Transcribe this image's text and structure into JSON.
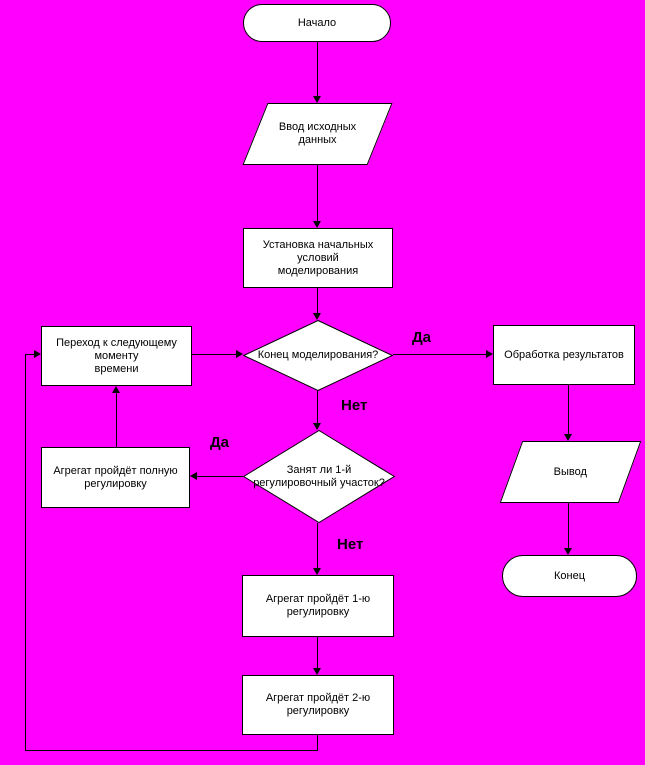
{
  "colors": {
    "background": "#ff00ff",
    "shape_fill": "#ffffff",
    "shape_border": "#000000",
    "text": "#000000"
  },
  "nodes": {
    "start": {
      "label": "Начало"
    },
    "input_data": {
      "label": "Ввод исходных\nданных"
    },
    "setup": {
      "label": "Установка начальных условий\nмоделирования"
    },
    "end_of_modeling": {
      "label": "Конец моделирования?"
    },
    "next_time_moment": {
      "label": "Переход к следующему моменту\nвремени"
    },
    "process_results": {
      "label": "Обработка результатов"
    },
    "output": {
      "label": "Вывод"
    },
    "end": {
      "label": "Конец"
    },
    "section_busy": {
      "label": "Занят ли 1-й\nрегулировочный участок?"
    },
    "full_regulation": {
      "label": "Агрегат пройдёт полную\nрегулировку"
    },
    "first_regulation": {
      "label": "Агрегат пройдёт 1-ю\nрегулировку"
    },
    "second_regulation": {
      "label": "Агрегат пройдёт 2-ю\nрегулировку"
    }
  },
  "edge_labels": {
    "yes_to_results": "Да",
    "no_from_end_check": "Нет",
    "yes_to_full_regulation": "Да",
    "no_from_busy_check": "Нет"
  }
}
